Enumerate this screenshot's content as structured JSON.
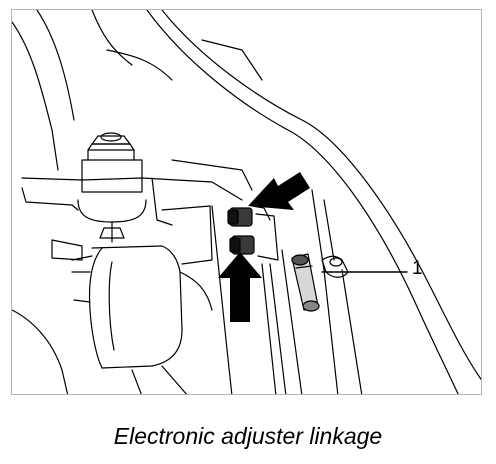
{
  "figure": {
    "callouts": [
      {
        "label": "1",
        "part": "electronic adjuster linkage"
      }
    ],
    "caption": "Electronic adjuster linkage"
  }
}
